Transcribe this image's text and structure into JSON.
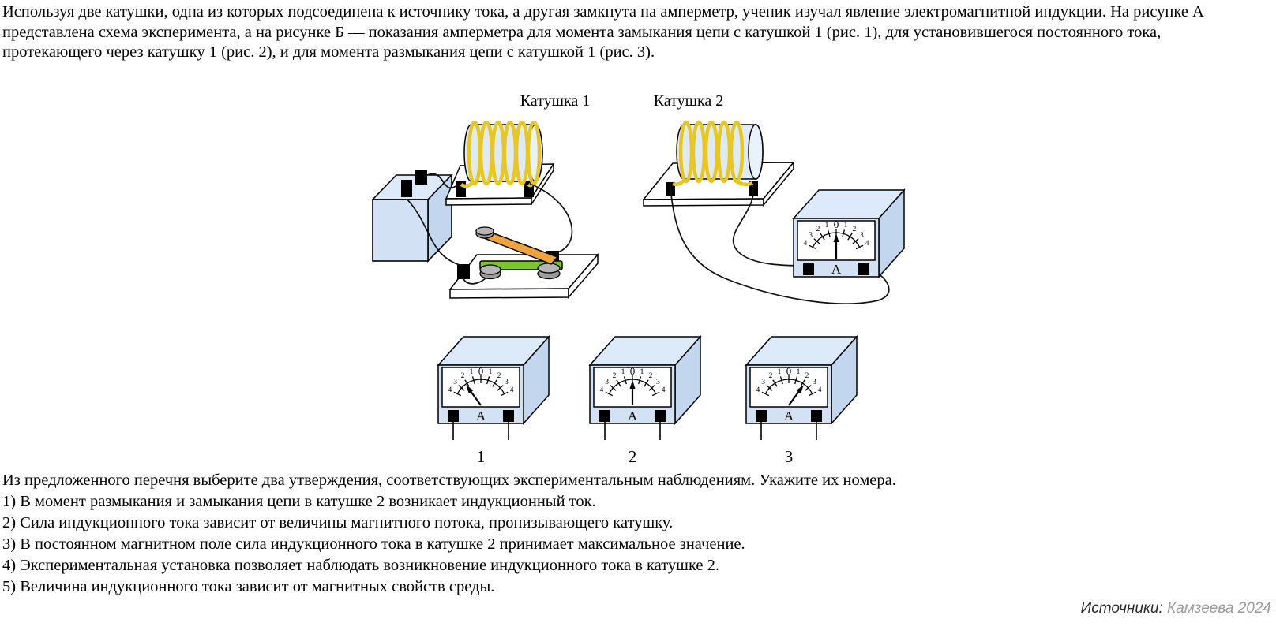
{
  "problem": {
    "intro": "Используя две катушки, одна из которых подсоединена к источнику тока, а другая замкнута на амперметр, ученик изучал явление электромагнитной индукции. На рисунке А представлена схема эксперимента, а на рисунке Б — показания амперметра для момента замыкания цепи с катушкой 1 (рис. 1), для установившегося постоянного тока, протекающего через катушку 1 (рис. 2), и для момента размыкания цепи с катушкой 1 (рис. 3).",
    "question": "Из предложенного перечня выберите два утверждения, соответствующих экспериментальным наблюдениям. Укажите их номера.",
    "options": [
      "1) В момент размыкания и замыкания цепи в катушке 2 возникает индукционный ток.",
      "2) Сила индукционного тока зависит от величины магнитного потока, пронизывающего катушку.",
      "3) В постоянном магнитном поле сила индукционного тока в катушке 2 принимает максимальное значение.",
      "4) Экспериментальная установка позволяет наблюдать возникновение индукционного тока в катушке 2.",
      "5) Величина индукционного тока зависит от магнитных свойств среды."
    ]
  },
  "figure": {
    "coil1_label": "Катушка 1",
    "coil2_label": "Катушка 2",
    "ammeter_unit": "А",
    "scale_labels": [
      "4",
      "3",
      "2",
      "1",
      "0",
      "1",
      "2",
      "3",
      "4"
    ],
    "main_ammeter": {
      "needle_angle": 0,
      "points_to": "0"
    },
    "readings": [
      {
        "label": "1",
        "needle_angle": -36,
        "points_to": "2 (left deflection)"
      },
      {
        "label": "2",
        "needle_angle": 0,
        "points_to": "0"
      },
      {
        "label": "3",
        "needle_angle": 36,
        "points_to": "2 (right deflection)"
      }
    ],
    "colors": {
      "device_face": "#d2e2f4",
      "device_top": "#ddeafa",
      "device_side": "#c2d6ee",
      "coil_body": "#dfeaf8",
      "coil_end": "#e9f1fb",
      "coil_wire": "#e8c81e",
      "lever_orange": "#f0a33a",
      "base_green": "#7cc62a",
      "contact_gray": "#9c9c9c"
    }
  },
  "source": {
    "prefix": "Источники:",
    "value": "Камзеева 2024"
  }
}
